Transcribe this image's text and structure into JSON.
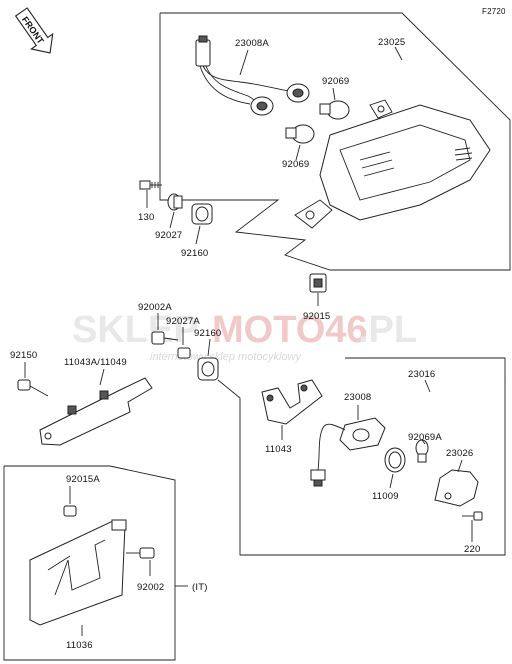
{
  "diagram_code": "F2720",
  "front_label": "FRONT",
  "watermark": {
    "brand_a": "SKLEP",
    "brand_b": "MOTO46",
    "tld": ".PL",
    "tagline": "internetowy sklep motocyklowy"
  },
  "parts": {
    "p23008A": "23008A",
    "p23025": "23025",
    "p92069_top": "92069",
    "p92069_bot": "92069",
    "p130": "130",
    "p92027": "92027",
    "p92160_top": "92160",
    "p92015": "92015",
    "p92002A": "92002A",
    "p92027A": "92027A",
    "p92160_mid": "92160",
    "p92150": "92150",
    "p11043A": "11043A/11049",
    "p23016": "23016",
    "p23008": "23008",
    "p11043": "11043",
    "p92069A": "92069A",
    "p23026": "23026",
    "p11009": "11009",
    "p220": "220",
    "p92015A": "92015A",
    "p92002": "92002",
    "p11036": "11036",
    "region_note": "(IT)"
  }
}
